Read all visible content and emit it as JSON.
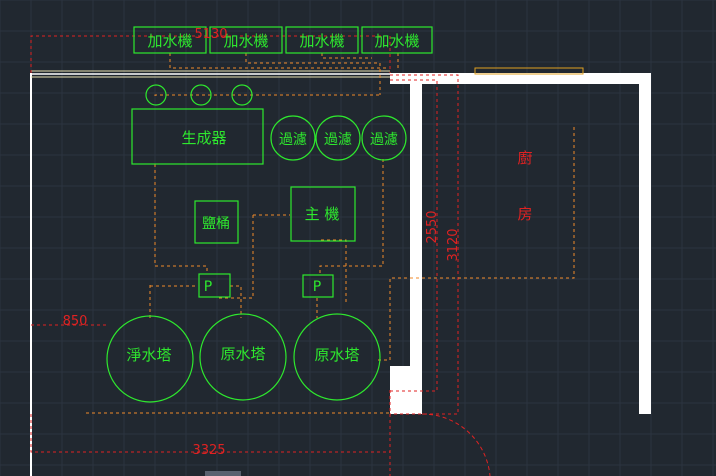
{
  "colors": {
    "background": "#212830",
    "grid": "#2c3440",
    "equipment": "#2ee82e",
    "dimension": "#e02222",
    "pipe": "#f08a2a",
    "wall": "#ffffff",
    "window": "#e0a020"
  },
  "labels": {
    "humidifier": "加水機",
    "generator": "生成器",
    "filter": "過濾",
    "brine_tank": "鹽桶",
    "main_unit": "主 機",
    "pump": "P",
    "clean_tower": "淨水塔",
    "raw_tower": "原水塔",
    "kitchen_1": "廚",
    "kitchen_2": "房"
  },
  "dimensions": {
    "top_width": "5130",
    "left_offset": "850",
    "bottom_width": "3325",
    "height_inner": "2550",
    "height_outer": "3120"
  }
}
